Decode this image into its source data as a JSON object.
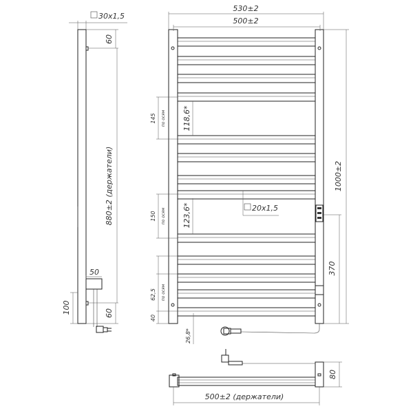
{
  "side_view": {
    "profile": "30x1,5",
    "top_offset": "60",
    "holder_distance": "880±2 (держатели)",
    "bracket_depth": "50",
    "bottom_height": "100",
    "bottom_offset": "60"
  },
  "front_view": {
    "overall_width": "530±2",
    "axis_width": "500±2",
    "overall_height": "1000±2",
    "control_height": "370",
    "bar_profile": "20x1,5",
    "gap1_axis": "145",
    "gap1_axis_note": "по осям",
    "gap1_clear": "118,6*",
    "gap2_axis": "150",
    "gap2_axis_note": "по осям",
    "gap2_clear": "123,6*",
    "bottom_pitch": "62,5",
    "bottom_pitch_note": "по осям",
    "bottom_offset": "40",
    "bottom_clear": "26,8*"
  },
  "bottom_view": {
    "depth": "80",
    "holder_width": "500±2 (держатели)"
  }
}
